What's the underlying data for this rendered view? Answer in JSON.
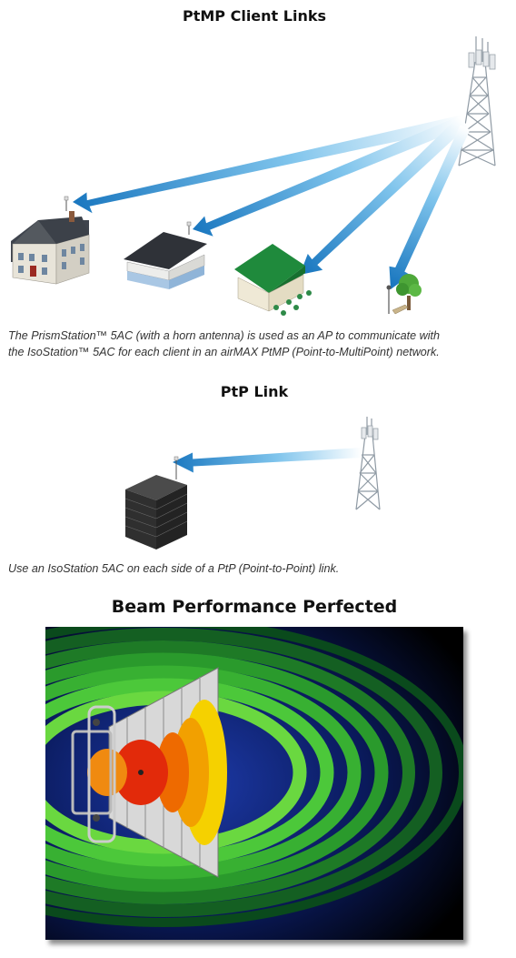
{
  "ptmp": {
    "title": "PtMP Client Links",
    "caption_line1": "The PrismStation™ 5AC (with a horn antenna) is used as an AP to communicate with",
    "caption_line2": "the IsoStation™ 5AC for each client in an airMAX PtMP (Point-to-MultiPoint) network."
  },
  "ptp": {
    "title": "PtP Link",
    "caption": "Use an IsoStation 5AC on each side of a PtP (Point-to-Point) link."
  },
  "beam": {
    "title": "Beam Performance Perfected"
  },
  "colors": {
    "link_arrow": "#1f86c8",
    "roof_gray": "#4a4e57",
    "roof_green": "#1f8a3c",
    "building_dark": "#2d2d2d"
  }
}
